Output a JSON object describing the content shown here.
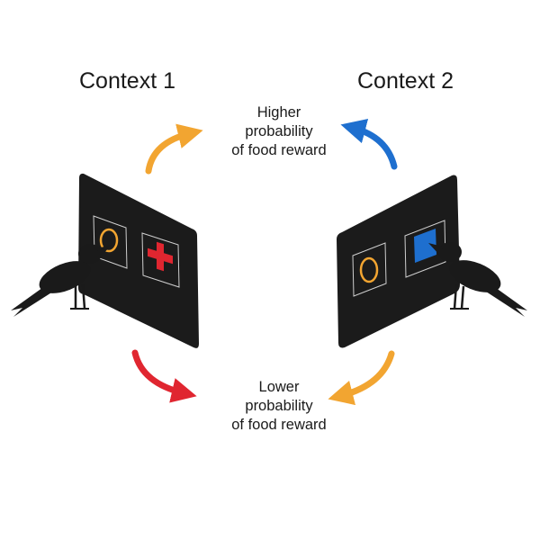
{
  "contexts": [
    {
      "title": "Context 1"
    },
    {
      "title": "Context 2"
    }
  ],
  "outcomes": {
    "higher": {
      "lines": [
        "Higher",
        "probability",
        "of food reward"
      ]
    },
    "lower": {
      "lines": [
        "Lower",
        "probability",
        "of food reward"
      ]
    }
  },
  "icons": [
    "circle-stimulus-icon",
    "cross-stimulus-icon",
    "square-stimulus-icon",
    "crow-icon",
    "arrow-icon"
  ],
  "colors": {
    "panel": "#1b1b1b",
    "orange": "#f2a531",
    "red": "#e02630",
    "blue": "#1e6fcf",
    "bird": "#1a1a1a"
  }
}
